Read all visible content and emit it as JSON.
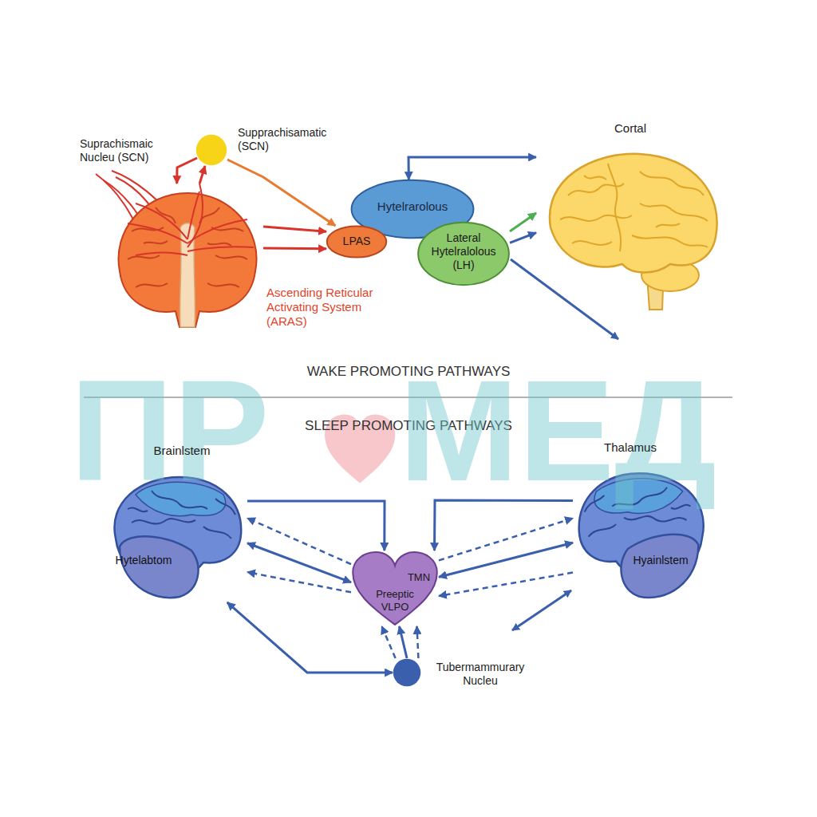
{
  "diagram": {
    "nodes": [
      {
        "text": [
          "Suprachismaic Nucleu (SCN)",
          "Ascending Reticular Activating System (ARAS)"
        ]
      },
      {
        "text": [
          "Supprachisamatic (SCN)"
        ]
      },
      {
        "text": [
          "Hytelrarolous"
        ]
      },
      {
        "text": [
          "LPAS"
        ]
      },
      {
        "text": [
          "Lateral Hytelralolous (LH)"
        ]
      },
      {
        "text": [
          "Cortal"
        ]
      },
      {
        "text": [
          "Brainlstem",
          "Hytelabtom"
        ]
      },
      {
        "text": [
          "Thalamus",
          "Hyainlstem"
        ]
      },
      {
        "text": [
          "TMN",
          "Preeptic VLPO"
        ]
      },
      {
        "text": [
          "Tubermammurary Nucleu"
        ]
      }
    ],
    "edges": [
      {
        "from": 1,
        "to": 0,
        "arrow": "to"
      },
      {
        "from": 0,
        "to": 1,
        "arrow": "to"
      },
      {
        "from": 1,
        "to": 3,
        "arrow": "to"
      },
      {
        "from": 0,
        "to": 3,
        "arrow": "to"
      },
      {
        "from": 0,
        "to": 3,
        "arrow": "to"
      },
      {
        "from": 2,
        "to": 5,
        "arrow": "both"
      },
      {
        "from": 4,
        "to": 5,
        "arrow": "to"
      },
      {
        "from": 4,
        "to": 5,
        "arrow": "to"
      },
      {
        "from": 6,
        "to": 8,
        "arrow": "to"
      },
      {
        "from": 6,
        "to": 8,
        "arrow": "both"
      },
      {
        "from": 8,
        "to": 6,
        "arrow": "to"
      },
      {
        "from": 8,
        "to": 6,
        "arrow": "to"
      },
      {
        "from": 7,
        "to": 8,
        "arrow": "to"
      },
      {
        "from": 7,
        "to": 8,
        "arrow": "both"
      },
      {
        "from": 8,
        "to": 7,
        "arrow": "to"
      },
      {
        "from": 7,
        "to": 8,
        "arrow": "to"
      },
      {
        "from": 9,
        "to": 8,
        "arrow": "to"
      },
      {
        "from": 9,
        "to": 8,
        "arrow": "to"
      },
      {
        "from": 9,
        "to": 8,
        "arrow": "to"
      },
      {
        "from": 6,
        "to": 9,
        "arrow": "both"
      }
    ],
    "labels": [
      "WAKE PROMOTING PATHWAYS",
      "SLEEP PROMOTING PATHWAYS",
      "ПР",
      "МЕД"
    ]
  }
}
